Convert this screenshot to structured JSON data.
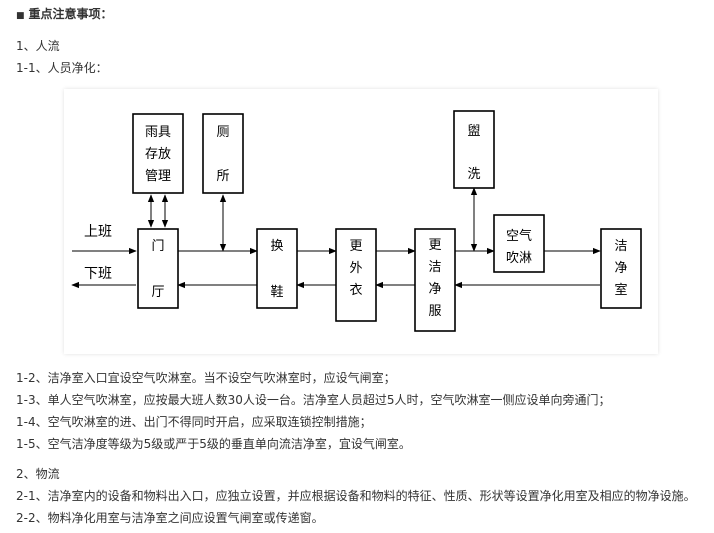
{
  "heading": {
    "marker": "■",
    "text": "重点注意事项："
  },
  "sections": {
    "people_flow": "1、人流",
    "people_cleaning": "1-1、人员净化：",
    "material_flow": "2、物流"
  },
  "notes": {
    "n1_2": "1-2、洁净室入口宜设空气吹淋室。当不设空气吹淋室时，应设气闸室；",
    "n1_3": "1-3、单人空气吹淋室，应按最大班人数30人设一台。洁净室人员超过5人时，空气吹淋室一侧应设单向旁通门；",
    "n1_4": "1-4、空气吹淋室的进、出门不得同时开启，应采取连锁控制措施；",
    "n1_5": "1-5、空气洁净度等级为5级或严于5级的垂直单向流洁净室，宜设气闸室。",
    "n2_1": "2-1、洁净室内的设备和物料出入口，应独立设置，并应根据设备和物料的特征、性质、形状等设置净化用室及相应的物净设施。",
    "n2_2": "2-2、物料净化用室与洁净室之间应设置气闸室或传递窗。"
  },
  "diagram": {
    "flow_in": "上班",
    "flow_out": "下班",
    "nodes": {
      "rain_gear": [
        "雨具",
        "存放",
        "管理"
      ],
      "toilet": [
        "厕",
        "所"
      ],
      "hall": [
        "门",
        "厅"
      ],
      "shoes": [
        "换",
        "鞋"
      ],
      "outer_wear": [
        "更",
        "外",
        "衣"
      ],
      "clean_suit": [
        "更",
        "洁",
        "净",
        "服"
      ],
      "wash": [
        "盥",
        "洗"
      ],
      "air_shower": [
        "空气",
        "吹淋"
      ],
      "clean_room": [
        "洁",
        "净",
        "室"
      ]
    }
  }
}
